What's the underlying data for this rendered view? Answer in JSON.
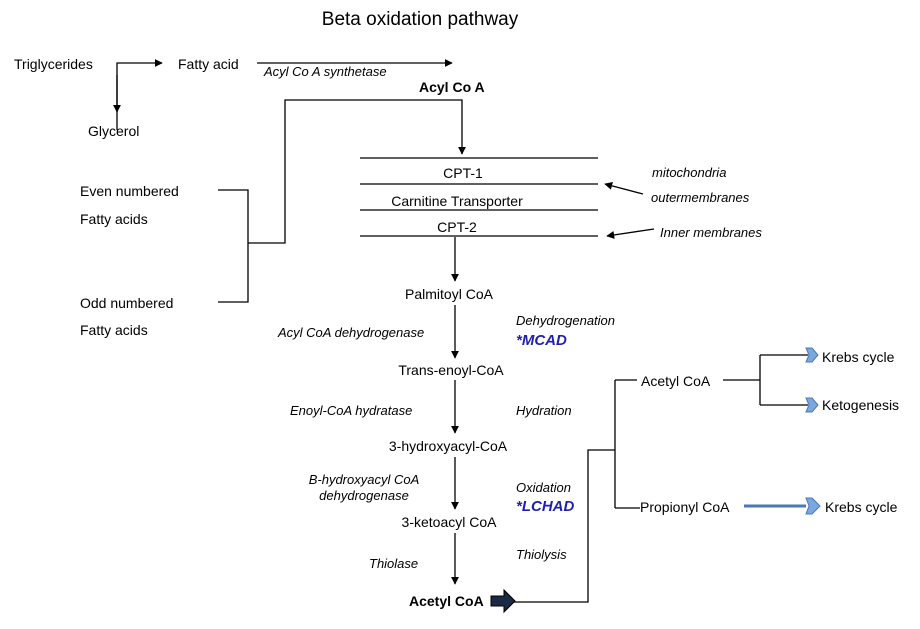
{
  "title": "Beta oxidation pathway",
  "labels": {
    "triglycerides": "Triglycerides",
    "fatty_acid": "Fatty acid",
    "glycerol": "Glycerol",
    "acyl_coa_synthetase": "Acyl Co A synthetase",
    "acyl_coa": "Acyl Co A",
    "even_numbered": "Even numbered",
    "even_fatty_acids": "Fatty  acids",
    "odd_numbered": "Odd numbered",
    "odd_fatty_acids": "Fatty acids",
    "cpt1": "CPT-1",
    "carnitine_transporter": "Carnitine Transporter",
    "cpt2": "CPT-2",
    "mitochondria": "mitochondria",
    "outer_membranes": "outermembranes",
    "inner_membranes": "Inner membranes",
    "palmitoyl_coa": "Palmitoyl CoA",
    "acyl_coa_dehydrogenase": "Acyl CoA dehydrogenase",
    "dehydrogenation": "Dehydrogenation",
    "mcad": "*MCAD",
    "trans_enoyl_coa": "Trans-enoyl-CoA",
    "enoyl_coa_hydratase": "Enoyl-CoA hydratase",
    "hydration": "Hydration",
    "hydroxyacyl_coa": "3-hydroxyacyl-CoA",
    "b_hydroxyacyl_line1": "B-hydroxyacyl CoA",
    "b_hydroxyacyl_line2": "dehydrogenase",
    "oxidation": "Oxidation",
    "lchad": "*LCHAD",
    "ketoacyl_coa": "3-ketoacyl CoA",
    "thiolase": "Thiolase",
    "thiolysis": "Thiolysis",
    "acetyl_coa_bottom": "Acetyl CoA",
    "acetyl_coa_right": "Acetyl CoA",
    "krebs_cycle_1": "Krebs cycle",
    "ketogenesis": "Ketogenesis",
    "propionyl_coa": "Propionyl CoA",
    "krebs_cycle_2": "Krebs cycle"
  },
  "colors": {
    "line": "#000000",
    "enzyme_deficiency": "#1f1fb0",
    "block_arrow_fill": "#7ba7dc",
    "block_arrow_stroke": "#4a78b8",
    "bottom_arrow_fill": "#1b2a44"
  }
}
